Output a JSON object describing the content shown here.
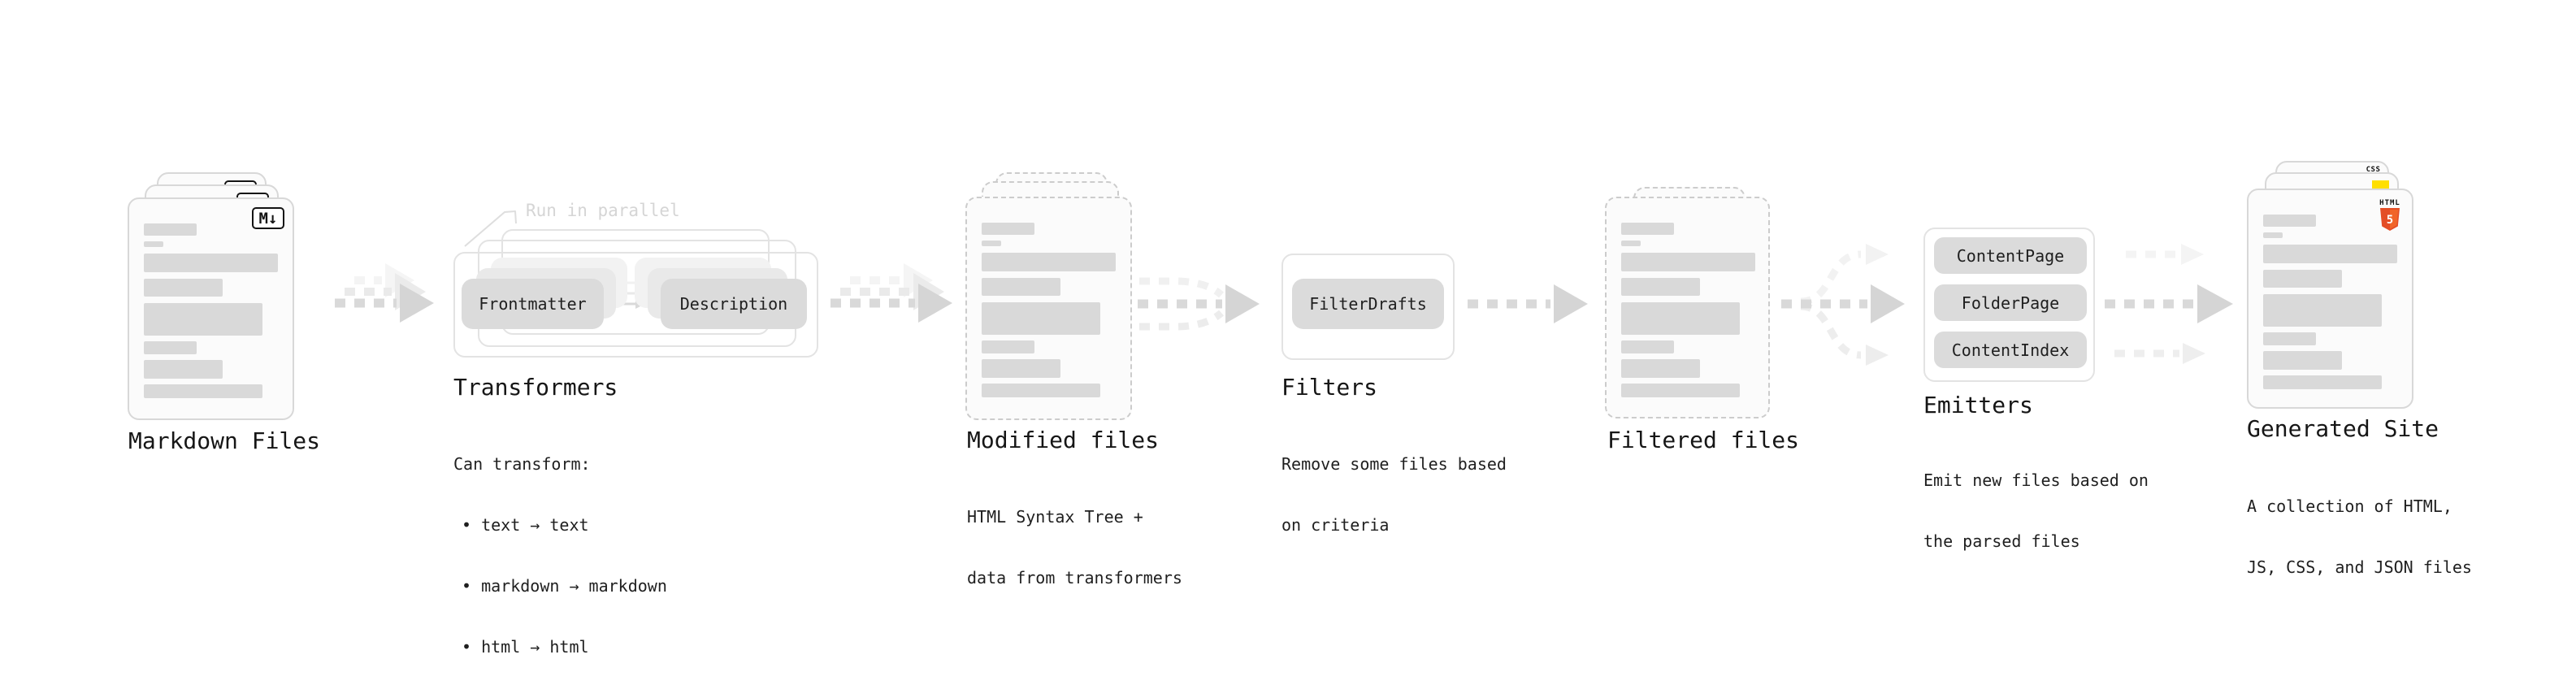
{
  "stages": {
    "markdown_files": {
      "label": "Markdown Files",
      "badge": "M↓"
    },
    "transformers": {
      "heading": "Transformers",
      "callout": "Run in parallel",
      "pills": {
        "frontmatter": "Frontmatter",
        "description": "Description"
      },
      "notes": [
        "Can transform:",
        "• text → text",
        "• markdown → markdown",
        "• html → html"
      ]
    },
    "modified_files": {
      "label": "Modified files",
      "notes": [
        "HTML Syntax Tree +",
        "data from transformers"
      ]
    },
    "filters": {
      "heading": "Filters",
      "pills": {
        "filter_drafts": "FilterDrafts"
      },
      "notes": [
        "Remove some files based",
        "on criteria"
      ]
    },
    "filtered_files": {
      "label": "Filtered files"
    },
    "emitters": {
      "heading": "Emitters",
      "pills": {
        "content_page": "ContentPage",
        "folder_page": "FolderPage",
        "content_index": "ContentIndex"
      },
      "notes": [
        "Emit new files based on",
        "the parsed files"
      ]
    },
    "generated_site": {
      "label": "Generated Site",
      "badges": {
        "html_label": "HTML",
        "html_number": "5",
        "css": "CSS"
      },
      "notes": [
        "A collection of HTML,",
        "JS, CSS, and JSON files"
      ]
    }
  },
  "colors": {
    "card_border": "#d8d8d8",
    "dashed_border": "#cccccc",
    "placeholder_bar": "#d9d9d9",
    "pill_bg": "#dbdbdb",
    "arrow_gray": "#d9d9d9",
    "muted_callout": "#d5d5d5",
    "html5_orange": "#e44d26",
    "html5_orange_light": "#f16529",
    "js_yellow": "#ffdf00",
    "css_blue": "#2e63f0",
    "text": "#1c1c1c"
  }
}
